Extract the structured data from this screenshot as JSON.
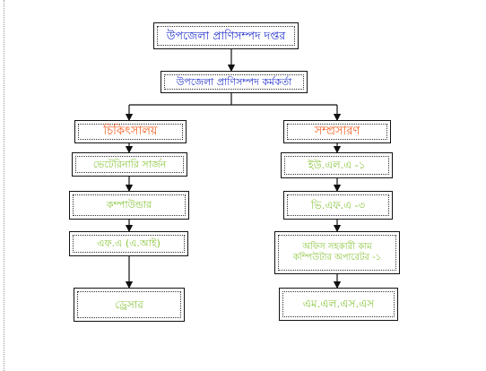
{
  "diagram": {
    "top": {
      "label": "উপজেলা প্রাণিসম্পদ দপ্তর",
      "color": "#1f2fcc"
    },
    "officer": {
      "label": "উপজেলা প্রাণিসম্পদ কর্মকর্তা",
      "color": "#1f2fcc"
    },
    "left_branch": {
      "header": {
        "label": "চিকিৎসালয়",
        "color": "#f05a1a"
      },
      "items": [
        {
          "label": "ভেটেরিনারি সার্জন"
        },
        {
          "label": "কম্পাউন্ডার"
        },
        {
          "label": "এফ.এ (এ.আই)"
        },
        {
          "label": "ড্রেসার"
        }
      ]
    },
    "right_branch": {
      "header": {
        "label": "সম্প্রসারণ",
        "color": "#f05a1a"
      },
      "items": [
        {
          "label": "ইউ.এল.এ -১"
        },
        {
          "label": "ভি.এফ.এ -৩"
        },
        {
          "label": "অফিস সহকারী কাম কম্পিউটার অপারেটর -১"
        },
        {
          "label": "এম.এল.এস.এস"
        }
      ]
    },
    "item_color": "#8cc63f"
  }
}
